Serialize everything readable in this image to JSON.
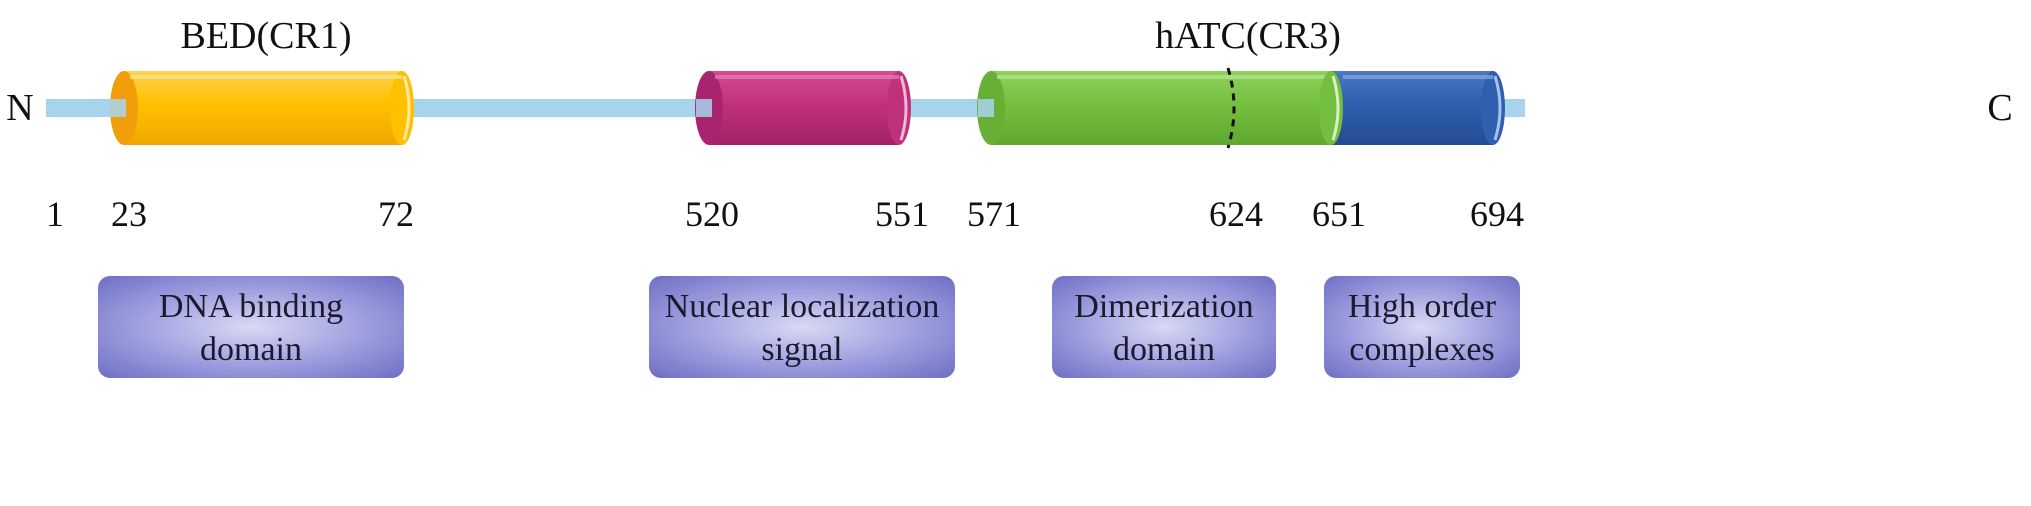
{
  "region_labels": {
    "bed": "BED(CR1)",
    "hatc": "hATC(CR3)"
  },
  "termini": {
    "n": "N",
    "c": "C"
  },
  "positions": [
    "1",
    "23",
    "72",
    "520",
    "551",
    "571",
    "624",
    "651",
    "694"
  ],
  "domain_boxes": {
    "dna_binding": {
      "line1": "DNA binding",
      "line2": "domain"
    },
    "nls": {
      "line1": "Nuclear localization",
      "line2": "signal"
    },
    "dimerization": {
      "line1": "Dimerization",
      "line2": "domain"
    },
    "high_order": {
      "line1": "High order",
      "line2": "complexes"
    }
  },
  "colors": {
    "backbone": "#a8d4ee",
    "bed": "#ffbf00",
    "nls": "#c0317c",
    "dimerization": "#73bf3e",
    "high_order": "#2f5fae",
    "box_fill": "#6e6fc4"
  }
}
